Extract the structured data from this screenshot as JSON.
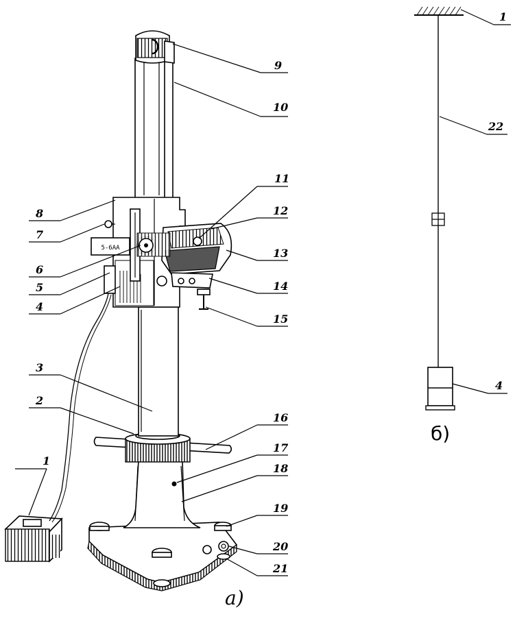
{
  "figure": {
    "caption_a": "а)",
    "caption_b": "б)",
    "screen_label": "5-6АА"
  },
  "labels_a": [
    "1",
    "2",
    "3",
    "4",
    "5",
    "6",
    "7",
    "8",
    "9",
    "10",
    "11",
    "12",
    "13",
    "14",
    "15",
    "16",
    "17",
    "18",
    "19",
    "20",
    "21"
  ],
  "labels_b": [
    "1",
    "22",
    "4"
  ]
}
